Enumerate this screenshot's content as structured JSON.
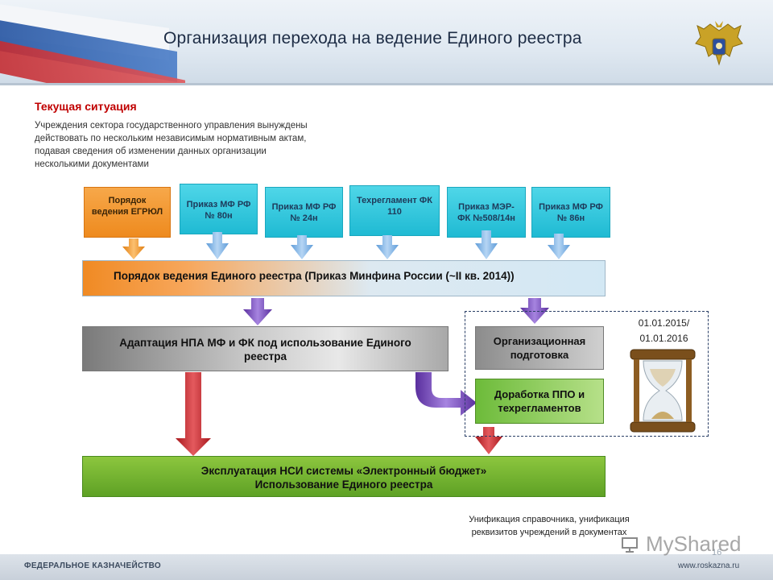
{
  "header": {
    "title": "Организация перехода  на ведение Единого реестра",
    "emblem_icon": "double-headed-eagle-emblem"
  },
  "intro": {
    "heading": "Текущая ситуация",
    "text": "Учреждения сектора государственного управления вынуждены действовать по нескольким независимым нормативным актам, подавая сведения об изменении данных организации несколькими  документами"
  },
  "sources": [
    {
      "label": "Порядок ведения ЕГРЮЛ",
      "color": "#f29a3a"
    },
    {
      "label": "Приказ МФ РФ № 80н",
      "color": "#35c9df"
    },
    {
      "label": "Приказ МФ РФ № 24н",
      "color": "#35c9df"
    },
    {
      "label": "Техрегламент ФК 110",
      "color": "#35c9df"
    },
    {
      "label": "Приказ МЭР-ФК №508/14н",
      "color": "#35c9df"
    },
    {
      "label": "Приказ МФ РФ № 86н",
      "color": "#35c9df"
    }
  ],
  "order_bar": "Порядок ведения Единого реестра (Приказ Минфина России (~II кв. 2014))",
  "adapt_bar": "Адаптация НПА МФ и ФК под использование Единого реестра",
  "org_box": "Организационная подготовка",
  "ppo_box": "Доработка ППО и техрегламентов",
  "dates": {
    "line1": "01.01.2015/",
    "line2": "01.01.2016"
  },
  "nsi_bar": {
    "line1": "Эксплуатация НСИ системы «Электронный бюджет»",
    "line2": "Использование Единого реестра"
  },
  "note": "Унификация справочника, унификация реквизитов учреждений в документах",
  "footer": {
    "left": "ФЕДЕРАЛЬНОЕ КАЗНАЧЕЙСТВО",
    "right": "www.roskazna.ru",
    "page": "16",
    "watermark": "MyShared"
  },
  "colors": {
    "accent_red": "#c00000",
    "arrow_blue": "#7fb2e6",
    "arrow_orange": "#f39b2b",
    "arrow_purple": "#7b4fc0",
    "arrow_red": "#c8262b"
  }
}
